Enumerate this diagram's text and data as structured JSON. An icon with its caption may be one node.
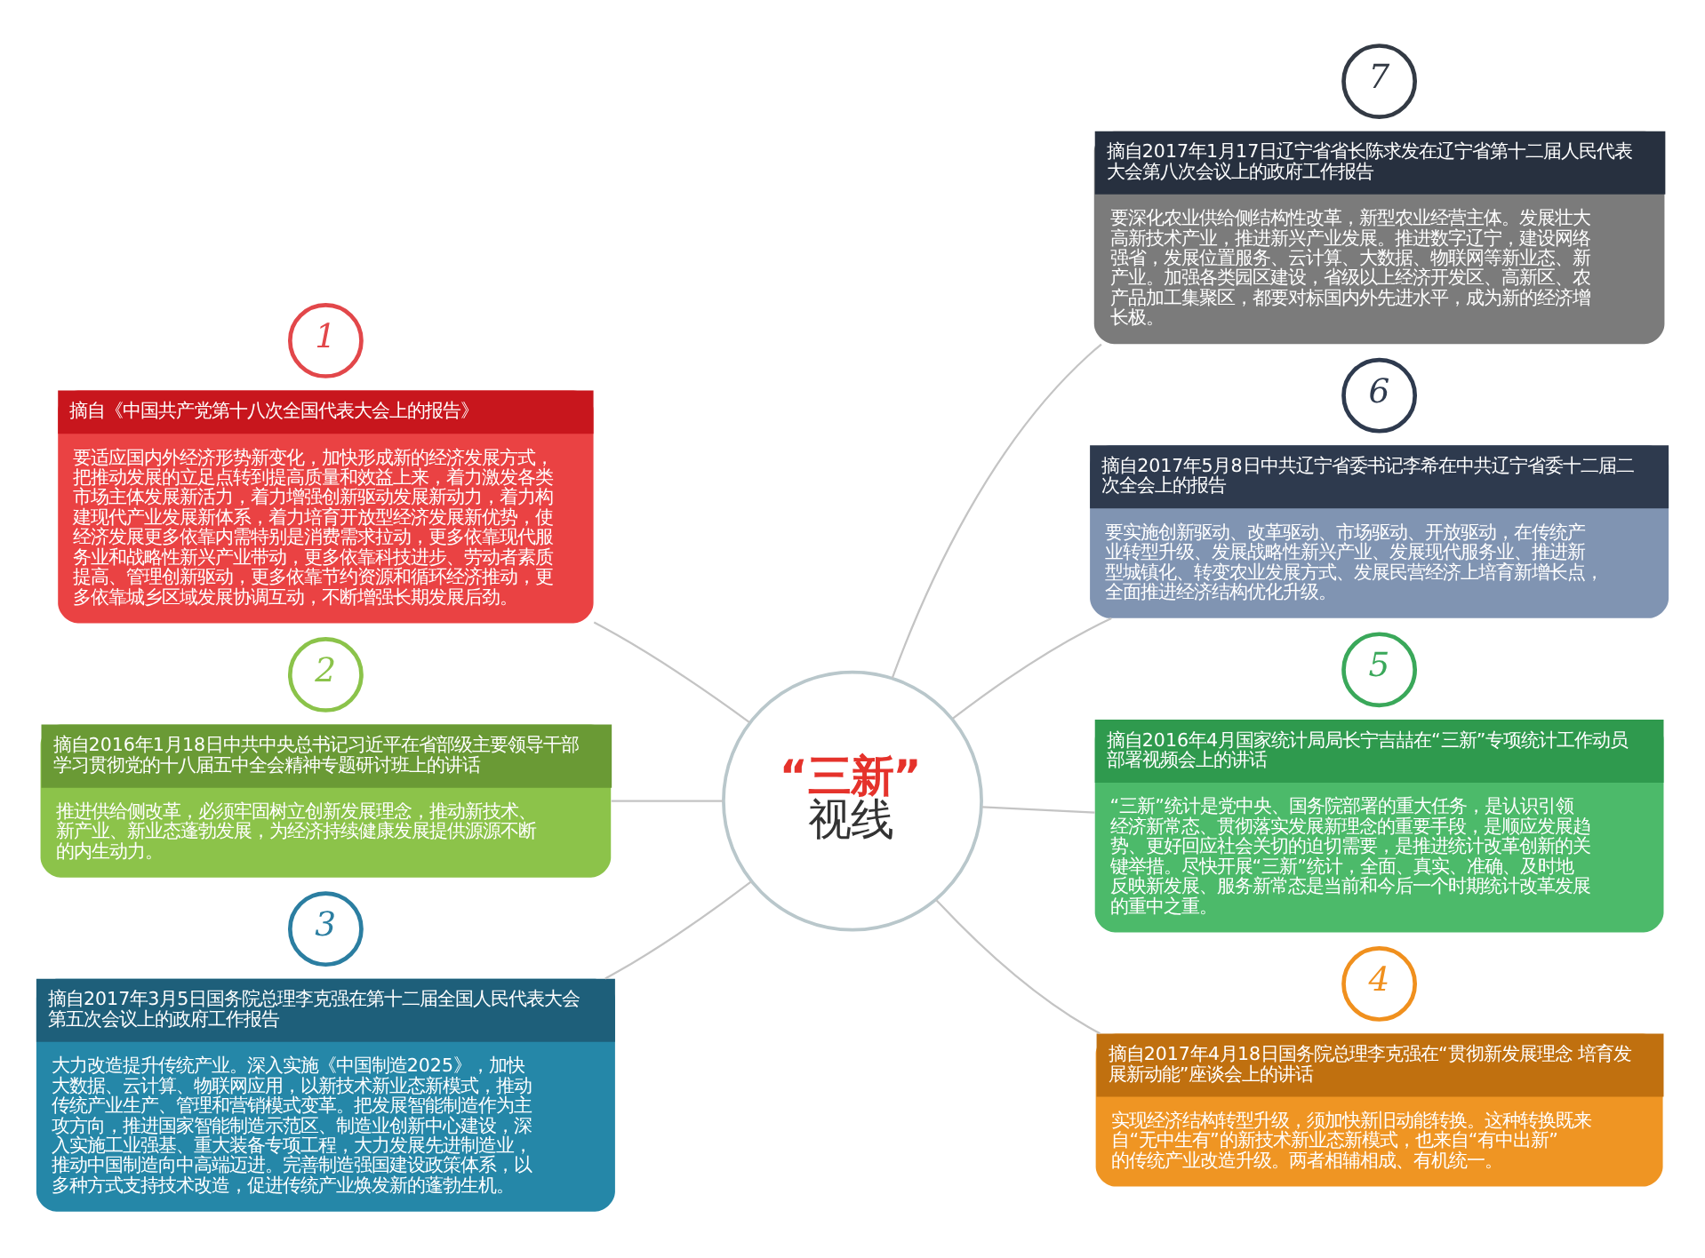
{
  "diagram": {
    "nodes": [
      {
        "text": [
          "“三新”",
          "视线"
        ]
      },
      {
        "text": [
          "1"
        ]
      },
      {
        "text": [
          "摘自《中国共产党第十八次全国代表大会上的报告》",
          "要适应国内外经济形势新变化，加快形成新的经济发展方式，把推动发展的立足点转到提高质量和效益上来，着力激发各类市场主体发展新活力，着力增强创新驱动发展新动力，着力构建现代产业发展新体系，着力培育开放型经济发展新优势，使经济发展更多依靠内需特别是消费需求拉动，更多依靠现代服务业和战略性新兴产业带动，更多依靠科技进步、劳动者素质提高、管理创新驱动，更多依靠节约资源和循环经济推动，更多依靠城乡区域发展协调互动，不断增强长期发展后劲。"
        ]
      },
      {
        "text": [
          "2"
        ]
      },
      {
        "text": [
          "摘自2016年1月18日中共中央总书记习近平在省部级主要领导干部学习贯彻党的十八届五中全会精神专题研讨班上的讲话",
          "推进供给侧改革，必须牢固树立创新发展理念，推动新技术、新产业、新业态蓬勃发展，为经济持续健康发展提供源源不断的内生动力。"
        ]
      },
      {
        "text": [
          "3"
        ]
      },
      {
        "text": [
          "摘自2017年3月5日国务院总理李克强在第十二届全国人民代表大会第五次会议上的政府工作报告",
          "大力改造提升传统产业。深入实施《中国制造2025》，加快大数据、云计算、物联网应用，以新技术新业态新模式，推动传统产业生产、管理和营销模式变革。把发展智能制造作为主攻方向，推进国家智能制造示范区、制造业创新中心建设，深入实施工业强基、重大装备专项工程，大力发展先进制造业，推动中国制造向中高端迈进。完善制造强国建设政策体系，以多种方式支持技术改造，促进传统产业焕发新的蓬勃生机。"
        ]
      },
      {
        "text": [
          "4"
        ]
      },
      {
        "text": [
          "摘自2017年4月18日国务院总理李克强在“贯彻新发展理念 培育发展新动能”座谈会上的讲话",
          "实现经济结构转型升级，须加快新旧动能转换。这种转换既来自“无中生有”的新技术新业态新模式，也来自“有中出新”的传统产业改造升级。两者相辅相成、有机统一。"
        ]
      },
      {
        "text": [
          "5"
        ]
      },
      {
        "text": [
          "摘自2016年4月国家统计局局长宁吉喆在“三新”专项统计工作动员部署视频会上的讲话",
          "“三新”统计是党中央、国务院部署的重大任务，是认识引领经济新常态、贯彻落实发展新理念的重要手段，是顺应发展趋势、更好回应社会关切的迫切需要，是推进统计改革创新的关键举措。尽快开展“三新”统计，全面、真实、准确、及时地反映新发展、服务新常态是当前和今后一个时期统计改革发展的重中之重。"
        ]
      },
      {
        "text": [
          "6"
        ]
      },
      {
        "text": [
          "摘自2017年5月8日中共辽宁省委书记李希在中共辽宁省委十二届二次全会上的报告",
          "要实施创新驱动、改革驱动、市场驱动、开放驱动，在传统产业转型升级、发展战略性新兴产业、发展现代服务业、推进新型城镇化、转变农业发展方式、发展民营经济上培育新增长点，全面推进经济结构优化升级。"
        ]
      },
      {
        "text": [
          "7"
        ]
      },
      {
        "text": [
          "摘自2017年1月17日辽宁省省长陈求发在辽宁省第十二届人民代表大会第八次会议上的政府工作报告",
          "要深化农业供给侧结构性改革，新型农业经营主体。发展壮大高新技术产业，推进新兴产业发展。推进数字辽宁，建设网络强省，发展位置服务、云计算、大数据、物联网等新业态、新产业。加强各类园区建设，省级以上经济开发区、高新区、农产品加工集聚区，都要对标国内外先进水平，成为新的经济增长极。"
        ]
      }
    ],
    "edges": [
      {
        "from": 2,
        "to": 0,
        "arrow": "none"
      },
      {
        "from": 4,
        "to": 0,
        "arrow": "none"
      },
      {
        "from": 6,
        "to": 0,
        "arrow": "none"
      },
      {
        "from": 0,
        "to": 8,
        "arrow": "none"
      },
      {
        "from": 0,
        "to": 10,
        "arrow": "none"
      },
      {
        "from": 0,
        "to": 12,
        "arrow": "none"
      },
      {
        "from": 0,
        "to": 14,
        "arrow": "none"
      }
    ]
  }
}
